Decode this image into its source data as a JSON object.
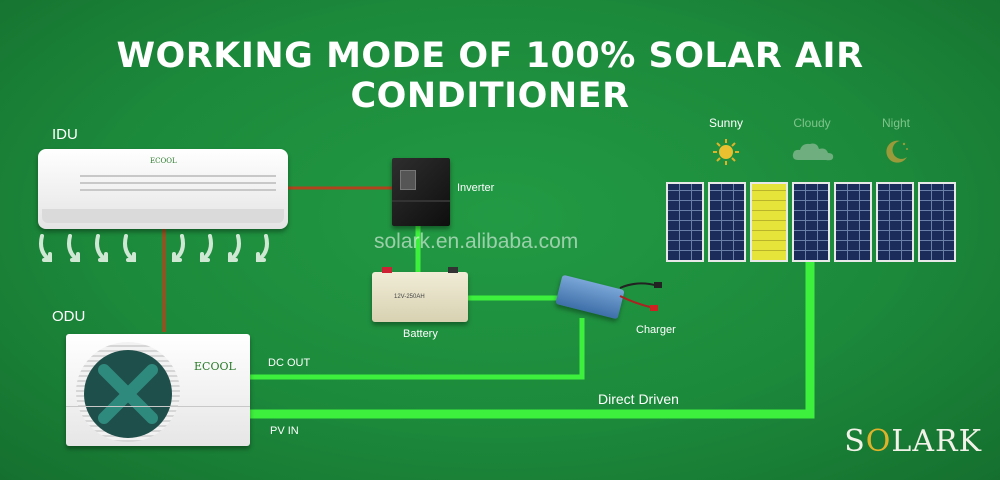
{
  "title": "WORKING MODE OF 100% SOLAR AIR CONDITIONER",
  "units": {
    "idu": "IDU",
    "odu": "ODU",
    "inverter": "Inverter",
    "battery": "Battery",
    "charger": "Charger"
  },
  "brand_on_units": "ECOOL",
  "battery_label_text": "12V-250AH",
  "connections": {
    "dc_out": "DC OUT",
    "pv_in": "PV IN",
    "direct_driven": "Direct Driven"
  },
  "weather": [
    {
      "label": "Sunny",
      "icon": "sun-icon",
      "state": "active"
    },
    {
      "label": "Cloudy",
      "icon": "cloud-icon",
      "state": "dim"
    },
    {
      "label": "Night",
      "icon": "moon-icon",
      "state": "dim"
    }
  ],
  "watermark": "solark.en.alibaba.com",
  "logo": "SOLARK",
  "colors": {
    "background": "#1e8a3c",
    "wire_green": "#3ef03e",
    "wire_red": "#b0441c",
    "highlight_panel": "#e6e43a"
  }
}
